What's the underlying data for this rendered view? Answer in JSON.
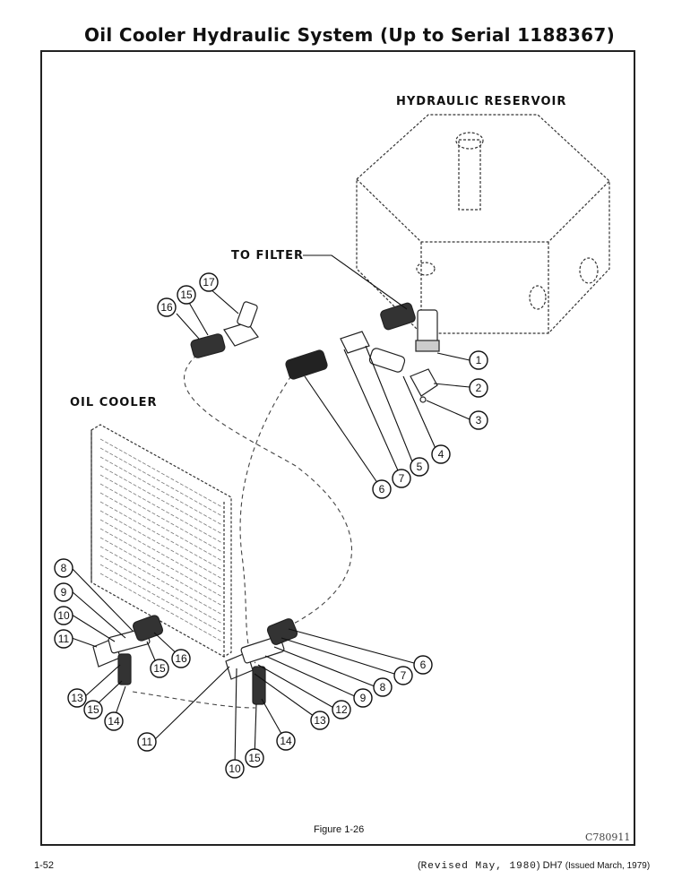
{
  "header": {
    "title": "Oil Cooler Hydraulic System (Up to Serial 1188367)"
  },
  "diagram": {
    "labels": {
      "reservoir": "HYDRAULIC RESERVOIR",
      "to_filter": "TO FILTER",
      "oil_cooler": "OIL COOLER"
    },
    "callouts": [
      "1",
      "2",
      "3",
      "4",
      "5",
      "6",
      "7",
      "8",
      "9",
      "10",
      "11",
      "12",
      "13",
      "14",
      "15",
      "16",
      "17"
    ]
  },
  "footer": {
    "caption": "Figure 1-26",
    "code": "C780911",
    "page_number": "1-52",
    "revision_open": "(",
    "revision_date": "Revised May, 1980",
    "revision_close": ")",
    "revision_model": "DH7",
    "revision_issued": "(Issued March, 1979)"
  }
}
